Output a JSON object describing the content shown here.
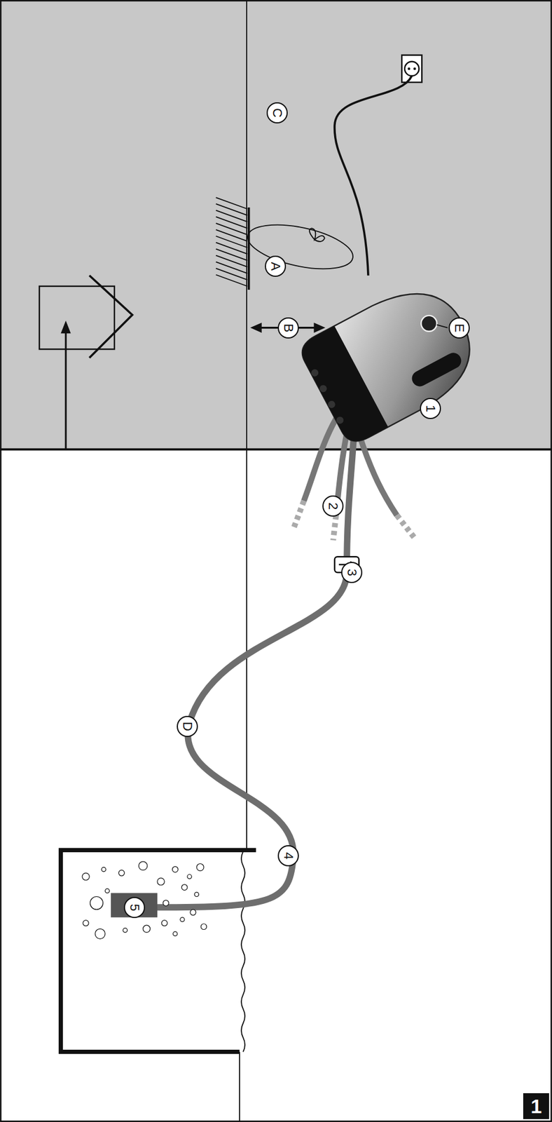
{
  "diagram": {
    "labels": [
      "C",
      "A",
      "B",
      "E",
      "1",
      "2",
      "3",
      "D",
      "4",
      "5",
      "1"
    ]
  }
}
